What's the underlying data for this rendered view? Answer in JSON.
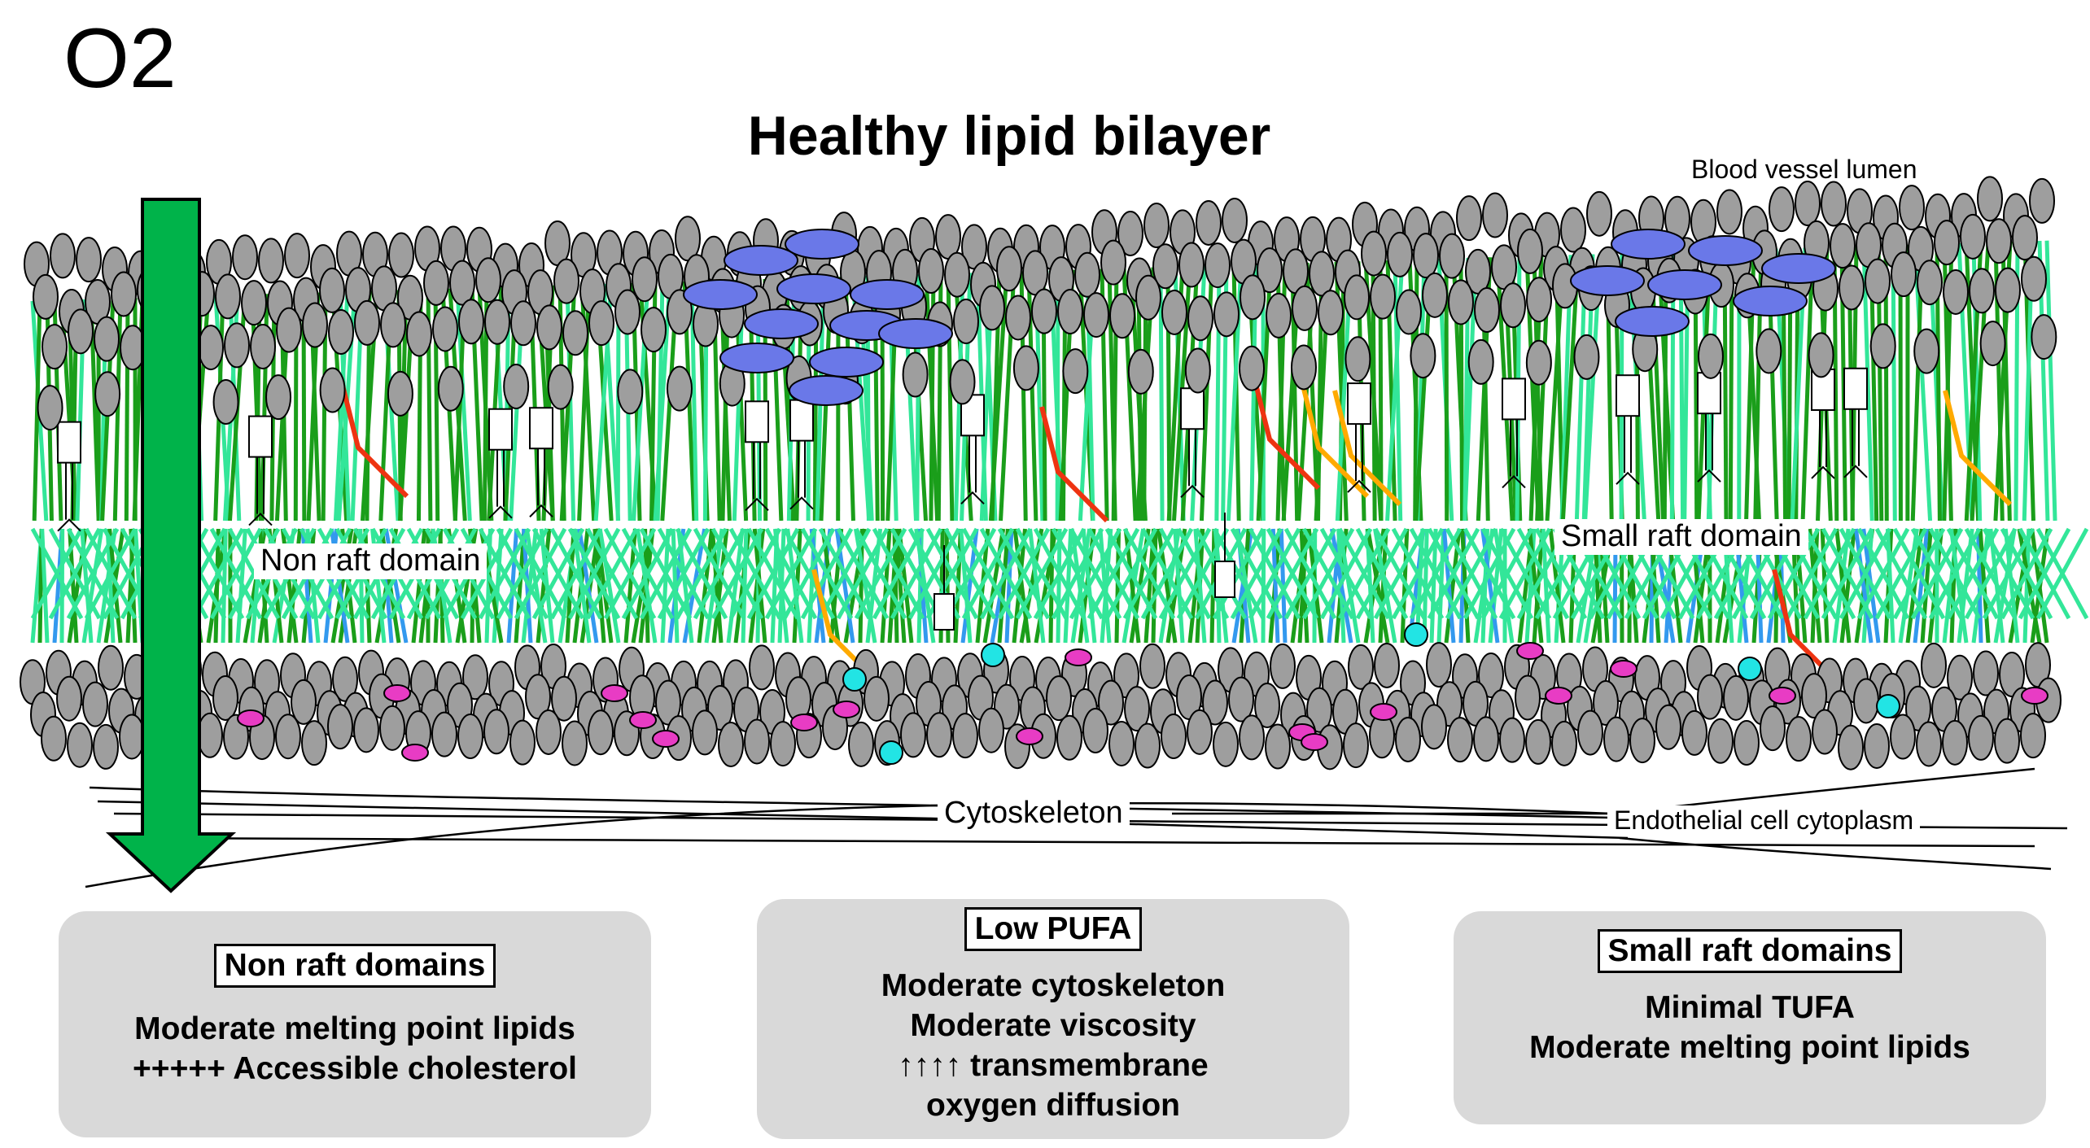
{
  "panel_label": "O2",
  "title": "Healthy lipid bilayer",
  "labels": {
    "lumen": "Blood vessel lumen",
    "non_raft": "Non raft domain",
    "small_raft": "Small raft domain",
    "cytoskeleton": "Cytoskeleton",
    "cytoplasm": "Endothelial cell cytoplasm"
  },
  "boxes": [
    {
      "heading": "Non raft domains",
      "lines": [
        "Moderate melting point lipids",
        "+++++ Accessible cholesterol"
      ]
    },
    {
      "heading": "Low PUFA",
      "lines": [
        "Moderate cytoskeleton",
        "Moderate viscosity",
        "↑↑↑↑ transmembrane",
        "oxygen diffusion"
      ]
    },
    {
      "heading": "Small raft domains",
      "lines": [
        "Minimal TUFA",
        "Moderate melting point lipids"
      ]
    }
  ],
  "colors": {
    "arrow": "#00b34a",
    "lipid_head": "#9e9e9e",
    "tail_dark": "#1a9e1a",
    "tail_light": "#33e699",
    "tail_blue": "#3399ee",
    "raft_protein": "#6a78e8",
    "magenta": "#e83cc4",
    "cyan": "#22e4e4",
    "red_tail": "#ee3311",
    "orange_tail": "#ffaa00",
    "box_bg": "#d9d9d9"
  }
}
